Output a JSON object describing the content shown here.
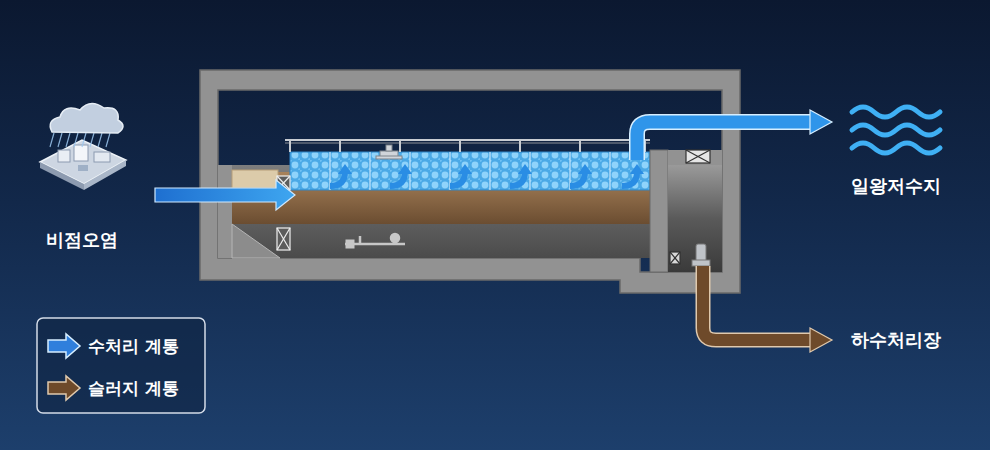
{
  "diagram": {
    "nodes": [
      {
        "text": [
          "비점오염"
        ]
      },
      {
        "text": [
          "일왕저수지"
        ]
      },
      {
        "text": [
          "하수처리장"
        ]
      }
    ],
    "legend": [
      {
        "text": "수처리 계통"
      },
      {
        "text": "슬러지 계통"
      }
    ]
  }
}
